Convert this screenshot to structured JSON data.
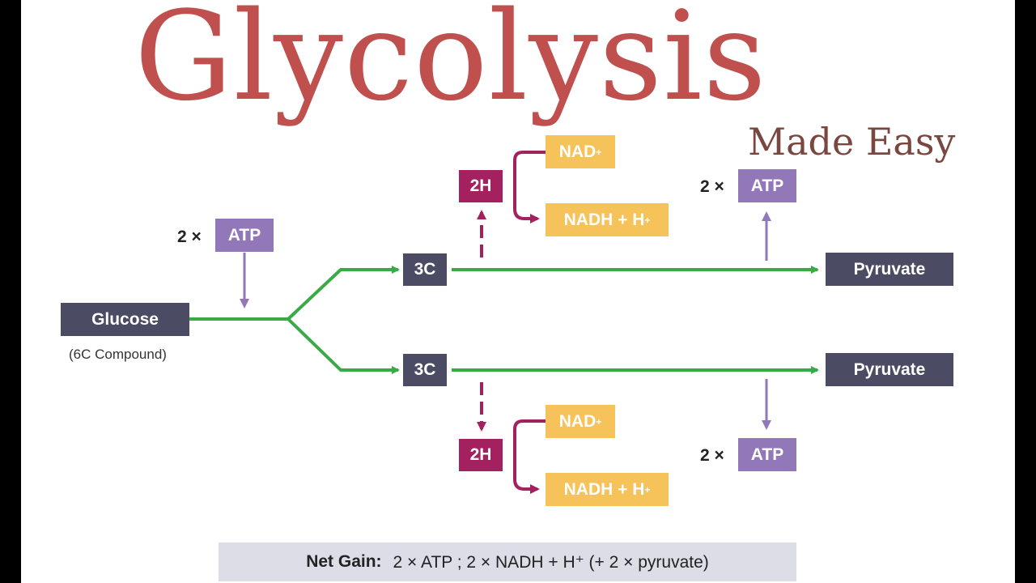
{
  "title": "Glycolysis",
  "subtitle": "Made Easy",
  "glucose": {
    "label": "Glucose",
    "note": "(6C Compound)"
  },
  "atp_input": {
    "mult": "2 ×",
    "label": "ATP"
  },
  "upper": {
    "three_c": "3C",
    "pyruvate": "Pyruvate",
    "h2": "2H",
    "nad": "NAD",
    "nad_sup": "+",
    "nadh": "NADH + H",
    "nadh_sup": "+",
    "atp_mult": "2 ×",
    "atp": "ATP"
  },
  "lower": {
    "three_c": "3C",
    "pyruvate": "Pyruvate",
    "h2": "2H",
    "nad": "NAD",
    "nad_sup": "+",
    "nadh": "NADH + H",
    "nadh_sup": "+",
    "atp_mult": "2 ×",
    "atp": "ATP"
  },
  "net_gain": {
    "label": "Net Gain:",
    "text": "2 × ATP  ;  2 × NADH + H⁺  (+ 2 × pyruvate)"
  },
  "colors": {
    "title": "#c0504d",
    "pathway": "#3aaa46",
    "hydrogen": "#a3215e",
    "atp": "#9278b8",
    "nad": "#f6c25a",
    "node": "#4b4b63"
  }
}
